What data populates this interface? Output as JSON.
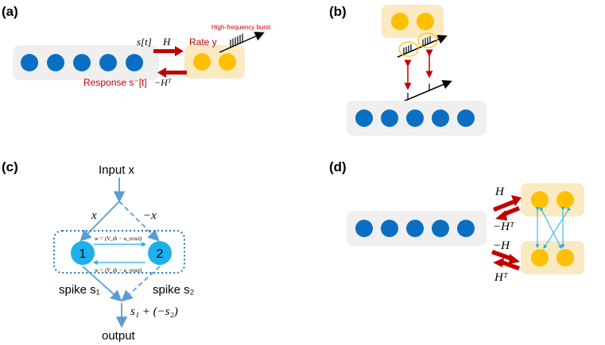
{
  "panels": {
    "a": "(a)",
    "b": "(b)",
    "c": "(c)",
    "d": "(d)"
  },
  "panel_a": {
    "input_signal": "s[t]",
    "forward_matrix": "H",
    "rate_label": "Rate y",
    "burst_label": "High-frequency burst",
    "response_label": "Response s⁻[t]",
    "backward_matrix": "−Hᵀ"
  },
  "panel_c": {
    "input_label": "Input x",
    "left_branch": "x",
    "right_branch": "−x",
    "neuron_1": "1",
    "neuron_2": "2",
    "weight_top": "w = (V_th − u_reset)",
    "weight_bottom": "w = (V_th − u_reset)",
    "spike_1": "spike s₁",
    "spike_2": "spike s₂",
    "sum_label": "s₁ + (−s₂)",
    "output_label": "output"
  },
  "panel_d": {
    "top_forward": "H",
    "top_backward": "−Hᵀ",
    "bottom_forward": "−H",
    "bottom_backward": "Hᵀ"
  },
  "colors": {
    "neuron_blue": "#0a6fc2",
    "neuron_yellow": "#ffc000",
    "yellow_bg": "#fbe9c2",
    "grey_bg": "#efefef",
    "arrow_red": "#c00000",
    "arrow_light_blue": "#5b9bd5",
    "spiking_cyan": "#1db0ec"
  }
}
